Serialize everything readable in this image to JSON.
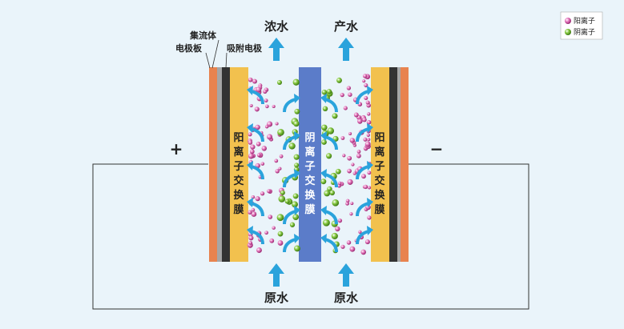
{
  "labels": {
    "concentrate_out": "浓水",
    "product_out": "产水",
    "raw_in_left": "原水",
    "raw_in_right": "原水",
    "current_collector": "集流体",
    "electrode_plate": "电极板",
    "adsorption_electrode": "吸附电极",
    "cation_membrane": "阳离子交换膜",
    "anion_membrane": "阴离子交换膜",
    "positive": "+",
    "negative": "−"
  },
  "legend": [
    {
      "label": "阳离子",
      "color": "#d94fa6"
    },
    {
      "label": "阴离子",
      "color": "#6cab2c"
    }
  ],
  "colors": {
    "background": "#eaf4fa",
    "electrode_plate": "#e8834f",
    "current_collector": "#a6a6a6",
    "adsorption_electrode": "#333333",
    "cation_membrane": "#f2c14e",
    "anion_membrane": "#5b7cc9",
    "flow_arrow": "#2aa3dc"
  }
}
